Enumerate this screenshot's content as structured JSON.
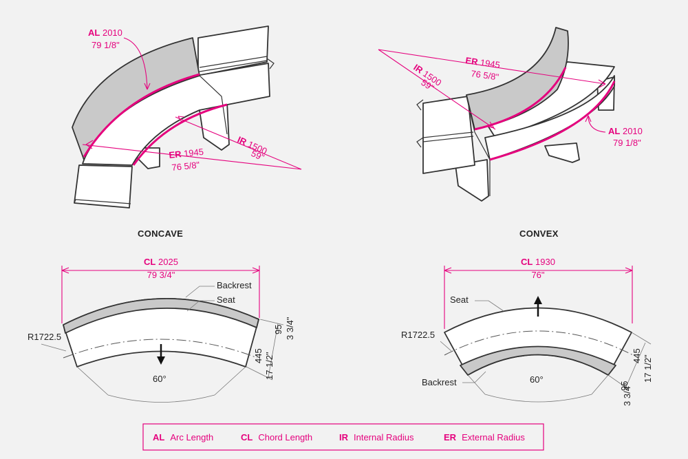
{
  "concave": {
    "title": "CONCAVE",
    "al": {
      "abbr": "AL",
      "mm": "2010",
      "inch": "79 1/8\""
    },
    "er": {
      "abbr": "ER",
      "mm": "1945",
      "inch": "76 5/8\""
    },
    "ir": {
      "abbr": "IR",
      "mm": "1500",
      "inch": "59\""
    },
    "cl": {
      "abbr": "CL",
      "mm": "2025",
      "inch": "79 3/4\""
    },
    "radius": "R1722.5",
    "angle": "60°",
    "backrest_label": "Backrest",
    "seat_label": "Seat",
    "backrest_depth": {
      "mm": "95",
      "inch": "3 3/4\""
    },
    "seat_depth": {
      "mm": "445",
      "inch": "17 1/2\""
    }
  },
  "convex": {
    "title": "CONVEX",
    "al": {
      "abbr": "AL",
      "mm": "2010",
      "inch": "79 1/8\""
    },
    "er": {
      "abbr": "ER",
      "mm": "1945",
      "inch": "76 5/8\""
    },
    "ir": {
      "abbr": "IR",
      "mm": "1500",
      "inch": "59\""
    },
    "cl": {
      "abbr": "CL",
      "mm": "1930",
      "inch": "76\""
    },
    "radius": "R1722.5",
    "angle": "60°",
    "backrest_label": "Backrest",
    "seat_label": "Seat",
    "backrest_depth": {
      "mm": "95",
      "inch": "3 3/4\""
    },
    "seat_depth": {
      "mm": "445",
      "inch": "17 1/2\""
    }
  },
  "legend": [
    {
      "abbr": "AL",
      "text": "Arc Length"
    },
    {
      "abbr": "CL",
      "text": "Chord Length"
    },
    {
      "abbr": "IR",
      "text": "Internal Radius"
    },
    {
      "abbr": "ER",
      "text": "External Radius"
    }
  ],
  "colors": {
    "accent": "#e5007d",
    "line": "#333333",
    "backrest_fill": "#c9c9c9",
    "background": "#f2f2f2"
  }
}
